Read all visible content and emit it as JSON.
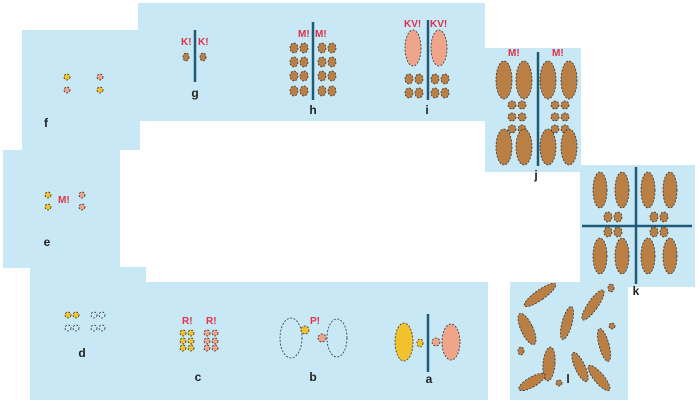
{
  "panels": {
    "a": {
      "label": "a"
    },
    "b": {
      "label": "b",
      "annotation": "P!"
    },
    "c": {
      "label": "c",
      "annotation_left": "R!",
      "annotation_right": "R!"
    },
    "d": {
      "label": "d"
    },
    "e": {
      "label": "e",
      "annotation": "M!"
    },
    "f": {
      "label": "f"
    },
    "g": {
      "label": "g",
      "annotation_left": "K!",
      "annotation_right": "K!"
    },
    "h": {
      "label": "h",
      "annotation_left": "M!",
      "annotation_right": "M!"
    },
    "i": {
      "label": "i",
      "annotation_left": "KV!",
      "annotation_right": "KV!"
    },
    "j": {
      "label": "j",
      "annotation_left": "M!",
      "annotation_right": "M!"
    },
    "k": {
      "label": "k"
    },
    "l": {
      "label": "l"
    }
  },
  "colors": {
    "panel": "#c9e8f5",
    "yellow": "#f2c12e",
    "pink": "#eea58a",
    "brown": "#b97f45",
    "line": "#1e5b78",
    "exclaim": "#e0304a"
  }
}
